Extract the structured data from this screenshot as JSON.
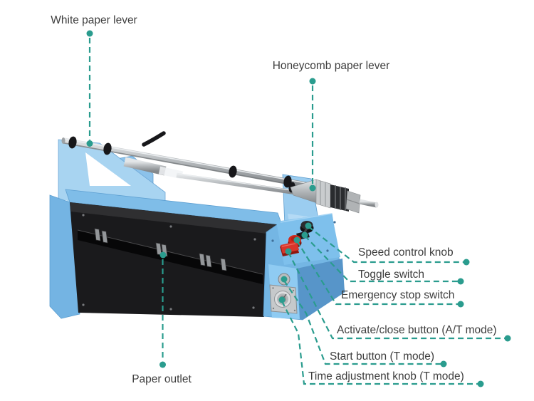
{
  "diagram": {
    "type": "annotated-product-diagram",
    "subject": "paper cushion machine with callout labels",
    "background": "#ffffff",
    "colors": {
      "callout_teal": "#2a9c8e",
      "label_text": "#3e3e3e",
      "machine_body_blue": "#74b6e4",
      "bracket_light_blue": "#a8d4f1",
      "front_panel_black": "#1a1a1c",
      "emergency_button_red": "#d3281b",
      "metal_silver": "#c6c9cb"
    },
    "callouts": {
      "white_paper_lever": "White paper lever",
      "honeycomb_paper_lever": "Honeycomb paper lever",
      "speed_control_knob": "Speed control knob",
      "toggle_switch": "Toggle switch",
      "emergency_stop_switch": "Emergency stop switch",
      "activate_close_button": "Activate/close button (A/T mode)",
      "start_button": "Start button (T mode)",
      "time_adjustment_knob": "Time adjustment knob (T mode)",
      "paper_outlet": "Paper outlet"
    }
  }
}
